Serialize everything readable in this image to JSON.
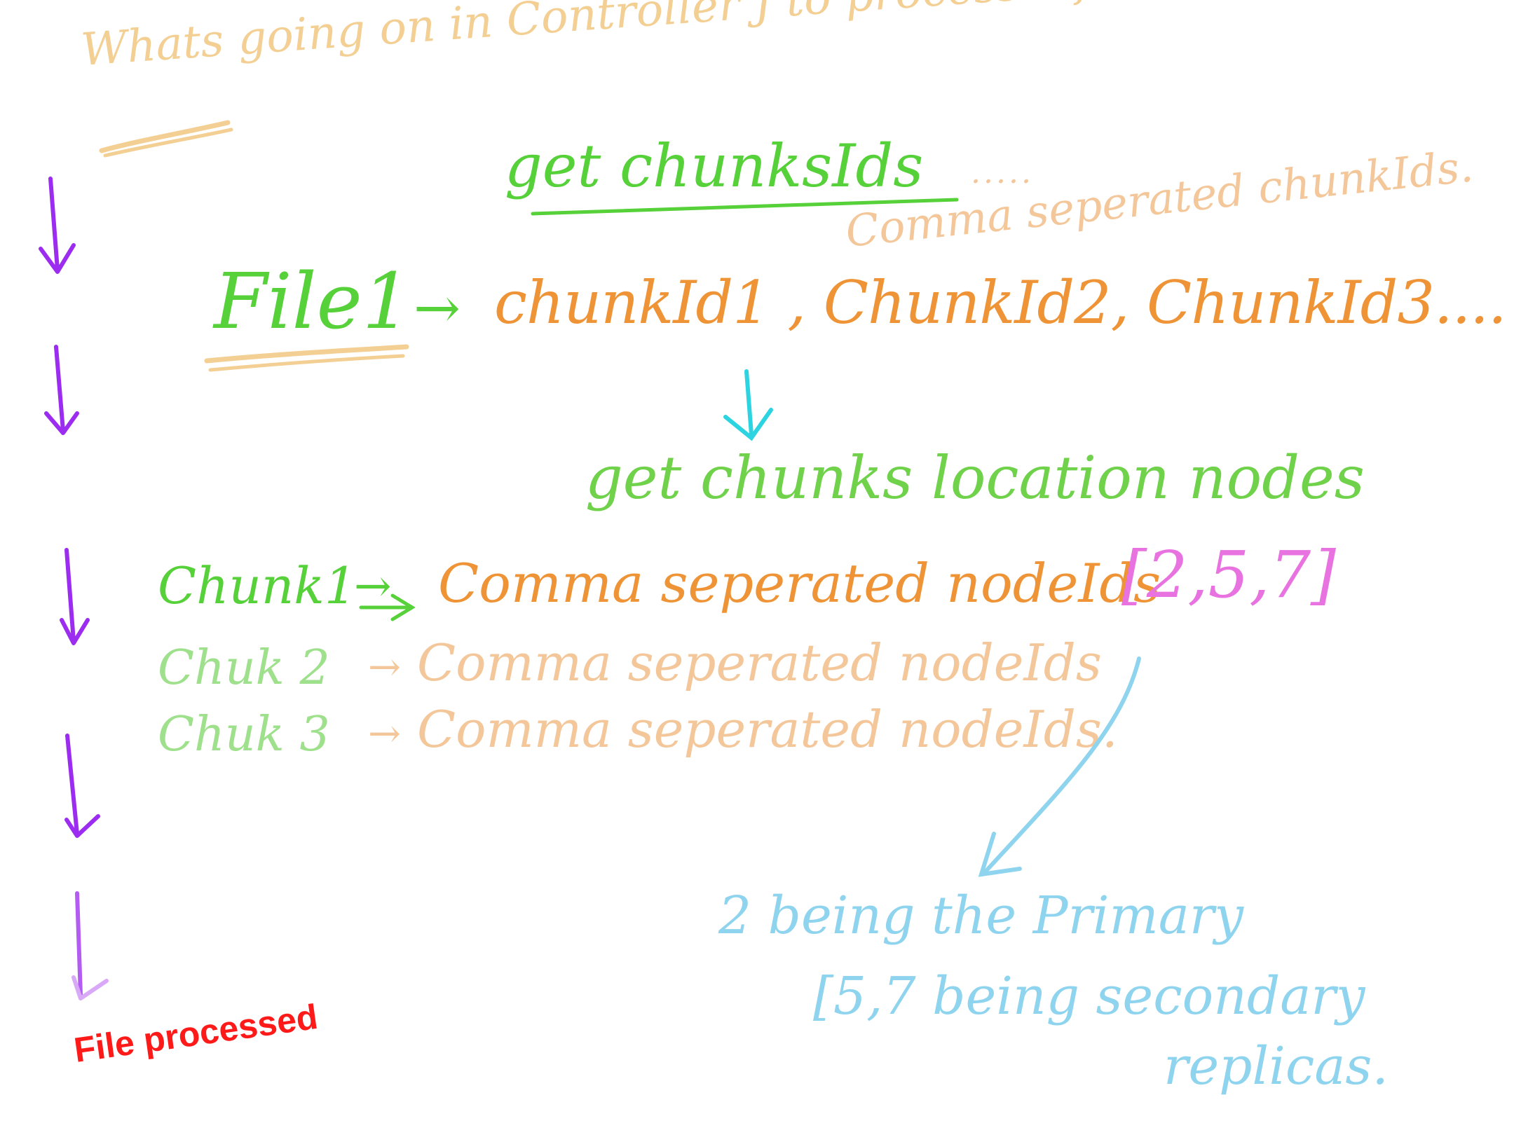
{
  "colors": {
    "title": "#f3cf93",
    "green": "#57d13a",
    "light_green": "#9ee08c",
    "orange": "#ef9436",
    "light_orange": "#f4c79a",
    "purple": "#9b2cf0",
    "cyan": "#2cd3e0",
    "light_blue": "#8fd4ee",
    "pink": "#e873e0",
    "red": "#ff1a1a"
  },
  "title": "Whats going on in Controller J to process a file",
  "step1": {
    "label": "get chunksIds",
    "dots": ".....",
    "note": "Comma seperated chunkIds."
  },
  "step2": {
    "file": "File1",
    "arrow": "→",
    "chunks": "chunkId1 , ChunkId2, ChunkId3...."
  },
  "step3": {
    "label": "get chunks location nodes"
  },
  "step4": {
    "rows": [
      {
        "chunk": "Chunk1",
        "arrow": "→",
        "text": "Comma seperated nodeIds"
      },
      {
        "chunk": "Chuk 2",
        "arrow": "→",
        "text": "Comma seperated nodeIds"
      },
      {
        "chunk": "Chuk 3",
        "arrow": "→",
        "text": "Comma seperated nodeIds."
      }
    ],
    "bracket_list": "[2,5,7]"
  },
  "note": {
    "line1": "2 being the Primary",
    "line2": "[5,7 being secondary",
    "line3": "replicas."
  },
  "done": "File processed",
  "icons": [
    "arrow-down-icon",
    "arrow-right-icon",
    "curved-arrow-icon"
  ]
}
